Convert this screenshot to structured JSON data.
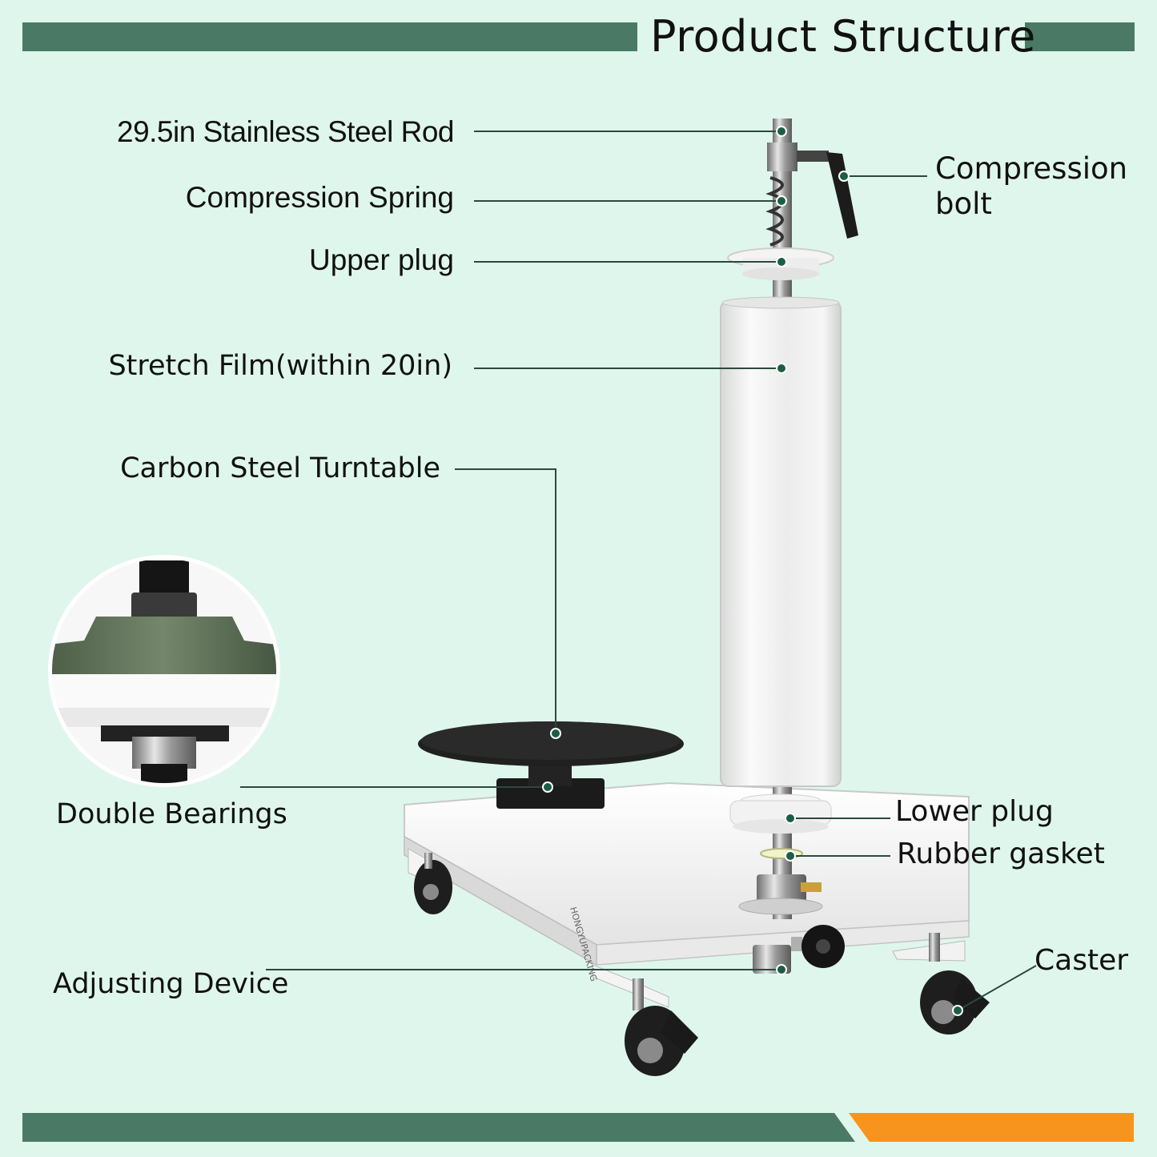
{
  "title": "Product Structure",
  "brand_text": "HONGYUPACKING",
  "colors": {
    "background": "#dff6ec",
    "bar": "#4a7a66",
    "accent": "#f7941d",
    "dot": "#1b5e44"
  },
  "labels": {
    "rod": "29.5in Stainless Steel Rod",
    "spring": "Compression Spring",
    "upper_plug": "Upper plug",
    "film": "Stretch Film(within 20in)",
    "turntable": "Carbon Steel Turntable",
    "bearings": "Double Bearings",
    "adjusting": "Adjusting Device",
    "bolt_line1": "Compression",
    "bolt_line2": "bolt",
    "lower_plug": "Lower plug",
    "gasket": "Rubber gasket",
    "caster": "Caster"
  }
}
